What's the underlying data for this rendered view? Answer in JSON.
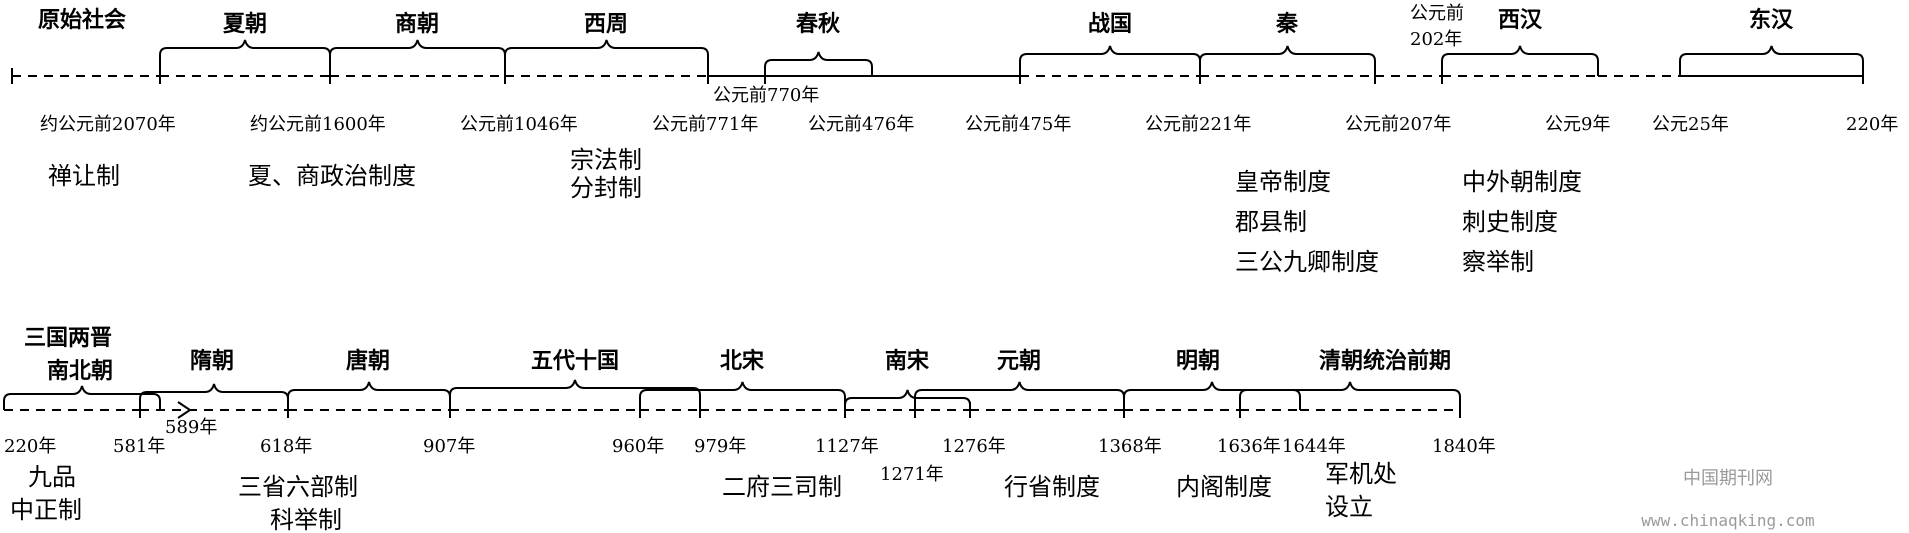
{
  "row1": {
    "periods": [
      "原始社会",
      "夏朝",
      "商朝",
      "西周",
      "春秋",
      "战国",
      "秦",
      "西汉",
      "东汉"
    ],
    "dates": [
      "约公元前2070年",
      "约公元前1600年",
      "公元前1046年",
      "公元前771年",
      "公元前770年",
      "公元前476年",
      "公元前475年",
      "公元前221年",
      "公元前",
      "202年",
      "公元前207年",
      "公元9年",
      "公元25年",
      "220年"
    ],
    "institutions": [
      "禅让制",
      "夏、商政治制度",
      "宗法制",
      "分封制",
      "皇帝制度",
      "郡县制",
      "三公九卿制度",
      "中外朝制度",
      "刺史制度",
      "察举制"
    ]
  },
  "row2": {
    "periods": [
      "三国两晋",
      "南北朝",
      "隋朝",
      "唐朝",
      "五代十国",
      "北宋",
      "南宋",
      "元朝",
      "明朝",
      "清朝统治前期"
    ],
    "dates": [
      "220年",
      "581年",
      "589年",
      "618年",
      "907年",
      "960年",
      "979年",
      "1127年",
      "1271年",
      "1276年",
      "1368年",
      "1636年",
      "1644年",
      "1840年"
    ],
    "institutions": [
      "九品",
      "中正制",
      "三省六部制",
      "科举制",
      "二府三司制",
      "行省制度",
      "内阁制度",
      "军机处",
      "设立"
    ]
  },
  "watermark": {
    "name": "中国期刊网",
    "url": "www.chinaqking.com"
  }
}
